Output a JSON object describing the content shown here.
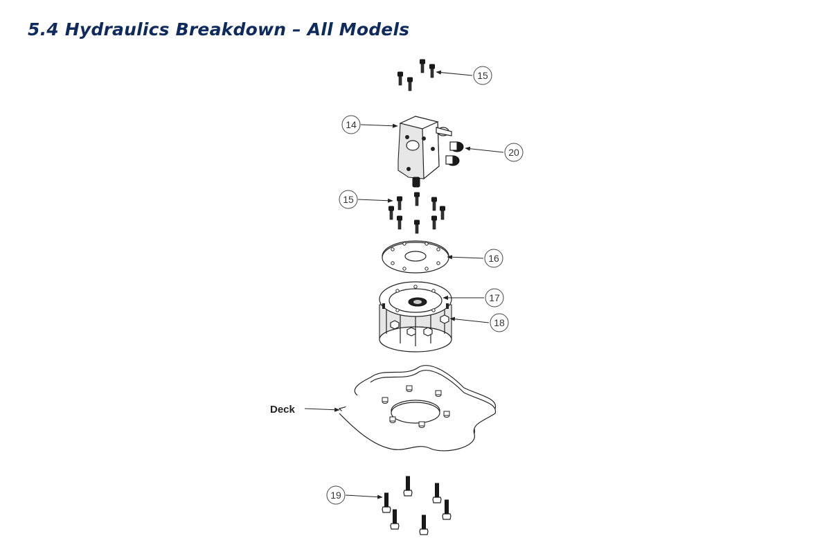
{
  "header": {
    "title": "5.4 Hydraulics Breakdown – All Models"
  },
  "callouts": {
    "c15_top": "15",
    "c14": "14",
    "c20": "20",
    "c15_mid": "15",
    "c16": "16",
    "c17": "17",
    "c18": "18",
    "c19": "19",
    "deck": "Deck"
  }
}
